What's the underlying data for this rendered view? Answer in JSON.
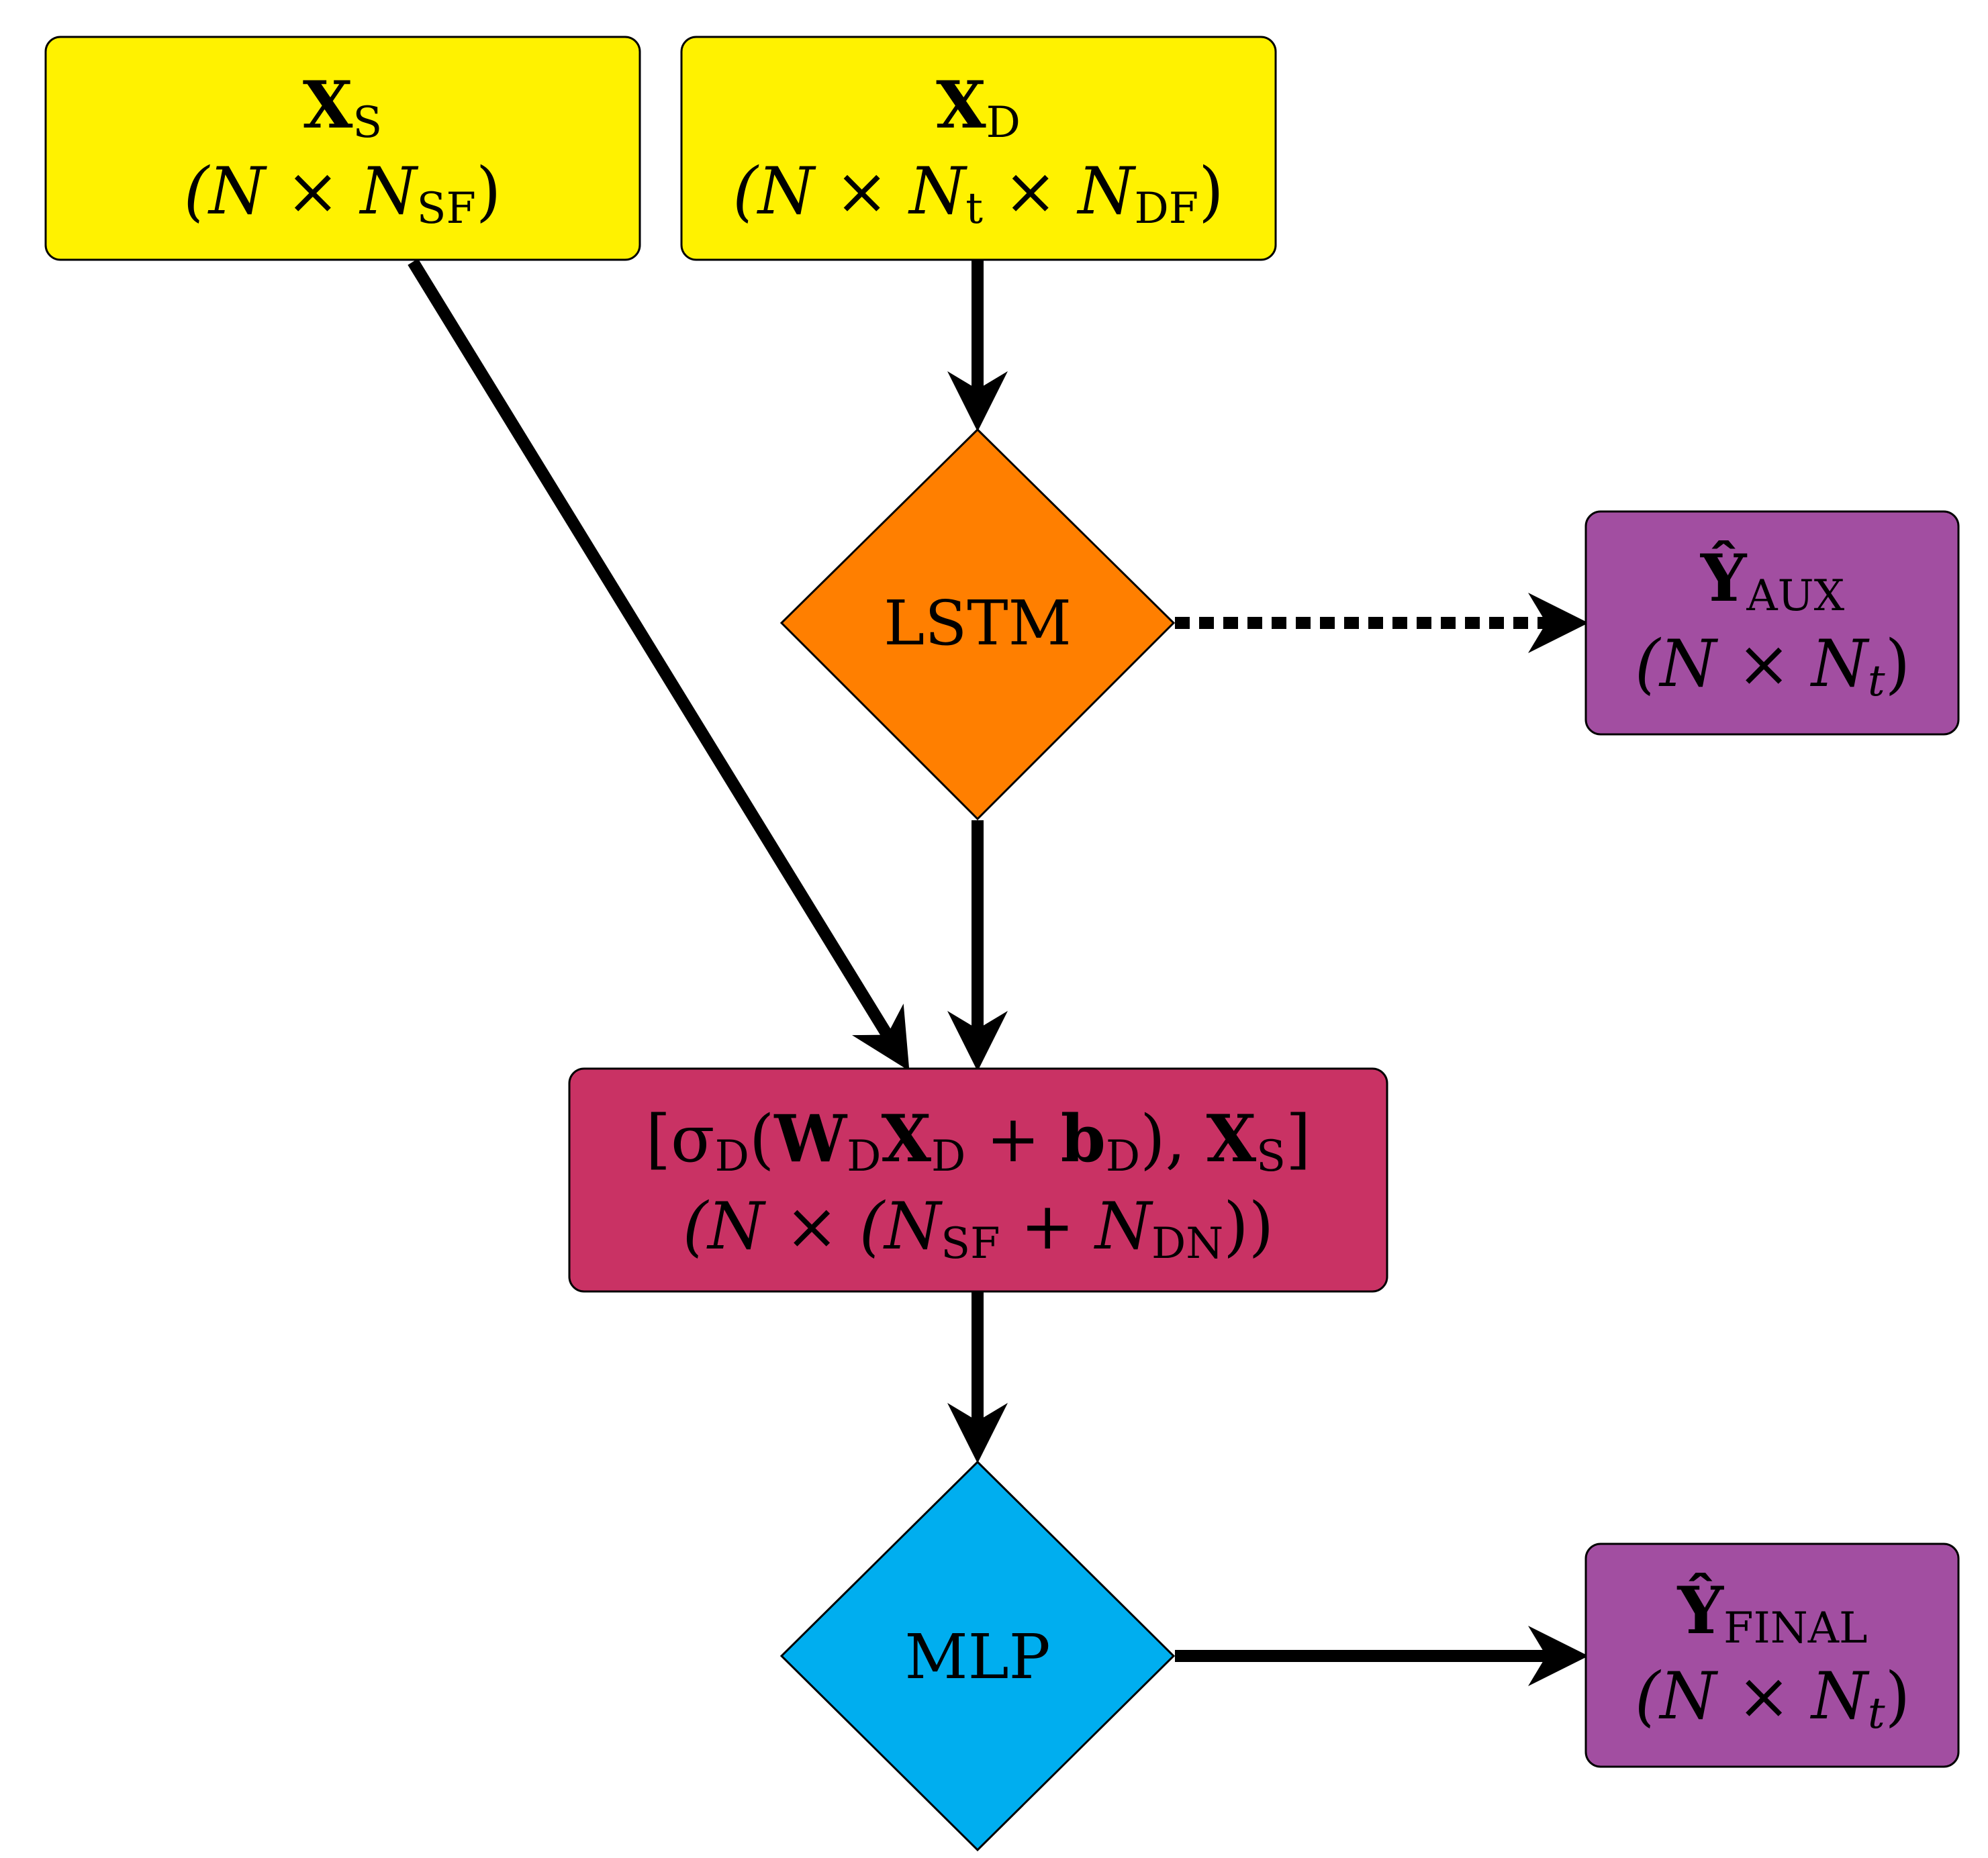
{
  "diagram": {
    "nodes": {
      "xs": {
        "symbol": "X",
        "subscript": "S",
        "shape": "(N × N",
        "shape_sub": "SF",
        "shape_end": ")",
        "color": "#fff200"
      },
      "xd": {
        "symbol": "X",
        "subscript": "D",
        "shape_a": "(N × N",
        "shape_a_sub": "t",
        "shape_b": " × N",
        "shape_b_sub": "DF",
        "shape_end": ")",
        "color": "#fff200"
      },
      "lstm": {
        "label": "LSTM",
        "color": "#ff7f00"
      },
      "y_aux": {
        "symbol": "Ŷ",
        "subscript": "AUX",
        "shape": "(N × N",
        "shape_sub": "t",
        "shape_end": ")",
        "color": "#a24ea1"
      },
      "concat": {
        "p1": "[σ",
        "p1_sub": "D",
        "p2": "(",
        "w": "W",
        "w_sub": "D",
        "x": "X",
        "x_sub": "D",
        "plus": " + ",
        "b": "b",
        "b_sub": "D",
        "p3": "), ",
        "xs": "X",
        "xs_sub": "S",
        "p4": "]",
        "shape": "(N × (N",
        "shape_sub1": "SF",
        "shape_mid": " + N",
        "shape_sub2": "DN",
        "shape_end": "))",
        "color": "#c93264"
      },
      "mlp": {
        "label": "MLP",
        "color": "#00aeef"
      },
      "y_final": {
        "symbol": "Ŷ",
        "subscript": "FINAL",
        "shape": "(N × N",
        "shape_sub": "t",
        "shape_end": ")",
        "color": "#a24ea1"
      }
    },
    "edges": [
      {
        "from": "xs",
        "to": "concat",
        "style": "solid"
      },
      {
        "from": "xd",
        "to": "lstm",
        "style": "solid"
      },
      {
        "from": "lstm",
        "to": "y_aux",
        "style": "dotted"
      },
      {
        "from": "lstm",
        "to": "concat",
        "style": "solid"
      },
      {
        "from": "concat",
        "to": "mlp",
        "style": "solid"
      },
      {
        "from": "mlp",
        "to": "y_final",
        "style": "solid"
      }
    ]
  }
}
